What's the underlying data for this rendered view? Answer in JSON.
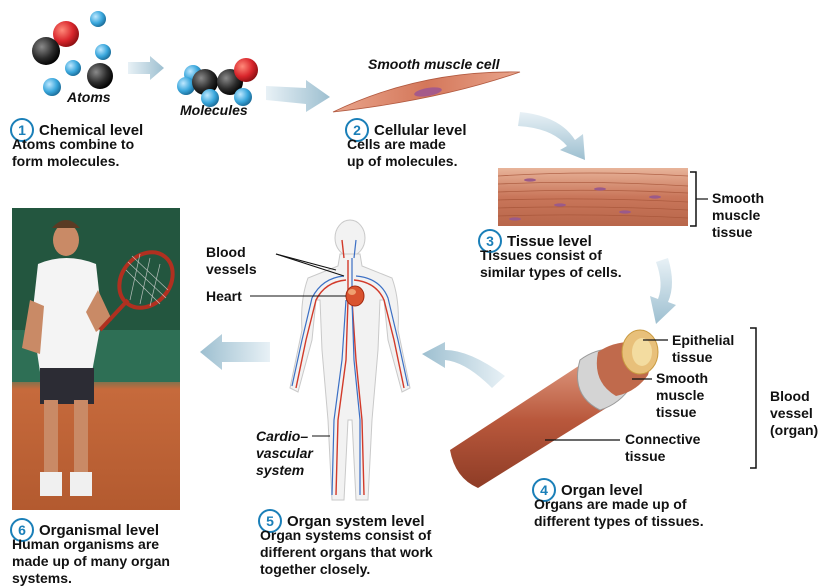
{
  "levels": [
    {
      "number": "1",
      "title": "Chemical level",
      "lines": [
        "Atoms combine to",
        "form molecules."
      ]
    },
    {
      "number": "2",
      "title": "Cellular level",
      "lines": [
        "Cells are made",
        "up of molecules."
      ]
    },
    {
      "number": "3",
      "title": "Tissue level",
      "lines": [
        "Tissues consist of",
        "similar types of cells."
      ]
    },
    {
      "number": "4",
      "title": "Organ level",
      "lines": [
        "Organs are made up of",
        "different types of tissues."
      ]
    },
    {
      "number": "5",
      "title": "Organ system level",
      "lines": [
        "Organ systems consist of",
        "different organs that work",
        "together closely."
      ]
    },
    {
      "number": "6",
      "title": "Organismal level",
      "lines": [
        "Human organisms are",
        "made up of many organ",
        "systems."
      ]
    }
  ],
  "labels": {
    "atoms": "Atoms",
    "molecules": "Molecules",
    "smooth_muscle_cell": "Smooth muscle cell",
    "smooth_muscle_tissue": [
      "Smooth",
      "muscle",
      "tissue"
    ],
    "blood_vessels": [
      "Blood",
      "vessels"
    ],
    "heart": "Heart",
    "cardiovascular_system": [
      "Cardio–",
      "vascular",
      "system"
    ],
    "epithelial_tissue": [
      "Epithelial",
      "tissue"
    ],
    "smooth_muscle_tissue_organ": [
      "Smooth",
      "muscle",
      "tissue"
    ],
    "connective_tissue": [
      "Connective",
      "tissue"
    ],
    "blood_vessel_organ": [
      "Blood",
      "vessel",
      "(organ)"
    ]
  },
  "colors": {
    "accent": "#1a7fb8",
    "arrow": "#a9c7d6",
    "atom_red": "#d9262c",
    "atom_blue": "#3aa7dc",
    "atom_black": "#2b2b2b",
    "muscle": "#c9765a",
    "artery": "#d23a2a",
    "vein": "#3b6fc4"
  }
}
